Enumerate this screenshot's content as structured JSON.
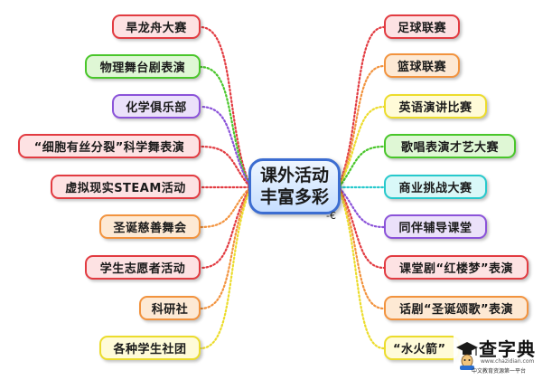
{
  "center": {
    "line1": "课外活动",
    "line2": "丰富多彩"
  },
  "left_items": [
    "旱龙舟大赛",
    "物理舞台剧表演",
    "化学俱乐部",
    "“细胞有丝分裂”科学舞表演",
    "虚拟现实STEAM活动",
    "圣诞慈善舞会",
    "学生志愿者活动",
    "科研社",
    "各种学生社团"
  ],
  "right_items": [
    "足球联赛",
    "篮球联赛",
    "英语演讲比赛",
    "歌唱表演才艺大赛",
    "商业挑战大赛",
    "同伴辅导课堂",
    "课堂剧“红楼梦”表演",
    "话剧“圣诞颂歌”表演",
    "“水火箭”"
  ],
  "colors": {
    "red": "#e23b41",
    "green": "#49c62a",
    "purple": "#8b53d9",
    "orange": "#f2933e",
    "yellow": "#ecdc2c",
    "cyan": "#27c9cc",
    "center_border": "#3c6dd1"
  },
  "center_mark": "-€",
  "watermark": {
    "title": "查字典",
    "url": "www.chazidian.com",
    "subtitle": "中文教育资源第一平台",
    "icon": "graduation-cap-icon"
  }
}
